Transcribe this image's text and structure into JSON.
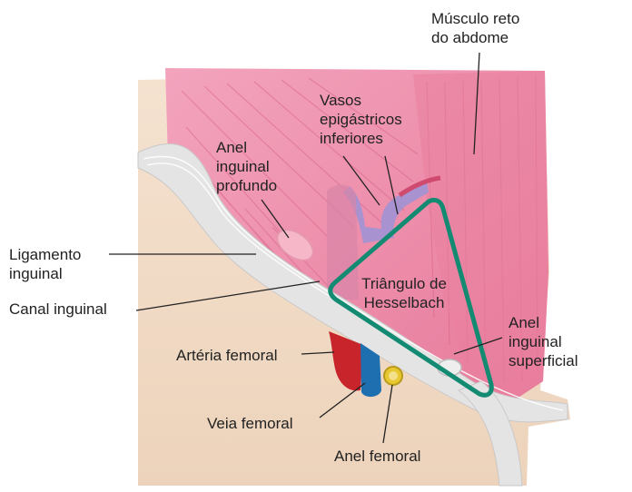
{
  "labels": {
    "musculo_reto": "Músculo reto\ndo abdome",
    "vasos_epigastricos": "Vasos\nepigástricos\ninferiores",
    "anel_inguinal_profundo": "Anel\ninguinal\nprofundo",
    "ligamento_inguinal": "Ligamento\ninguinal",
    "canal_inguinal": "Canal inguinal",
    "triangulo_hesselbach": "Triângulo de\nHesselbach",
    "anel_inguinal_superficial": "Anel\ninguinal\nsuperficial",
    "arteria_femoral": "Artéria femoral",
    "veia_femoral": "Veia femoral",
    "anel_femoral": "Anel femoral"
  },
  "colors": {
    "skin": "#f2dcc7",
    "muscle": "#ef8fad",
    "muscle_dark": "#e0708f",
    "ligament": "#dcdcdc",
    "triangle_outline": "#138a72",
    "artery": "#c8242c",
    "vein": "#1e6fb0",
    "femoral_ring": "#e8c830",
    "leader_line": "#222222"
  }
}
